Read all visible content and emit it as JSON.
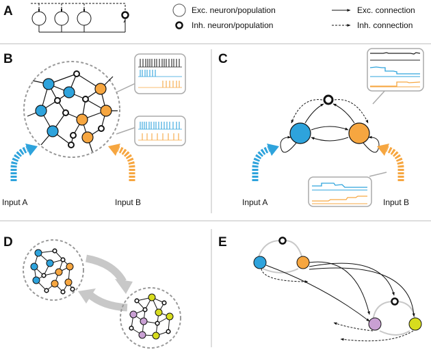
{
  "panel_labels": {
    "a": "A",
    "b": "B",
    "c": "C",
    "d": "D",
    "e": "E"
  },
  "legend": {
    "exc_neuron": "Exc. neuron/population",
    "inh_neuron": "Inh. neuron/population",
    "exc_connection": "Exc. connection",
    "inh_connection": "Inh. connection"
  },
  "inputs": {
    "b_left": "Input A",
    "b_right": "Input B",
    "c_left": "Input A",
    "c_right": "Input B"
  },
  "colors": {
    "blue": "#2ea3dc",
    "orange": "#f6a640",
    "purple": "#c9a0d3",
    "yellow": "#d7dc1e",
    "gray": "#cbcbcb",
    "dark": "#222222"
  }
}
